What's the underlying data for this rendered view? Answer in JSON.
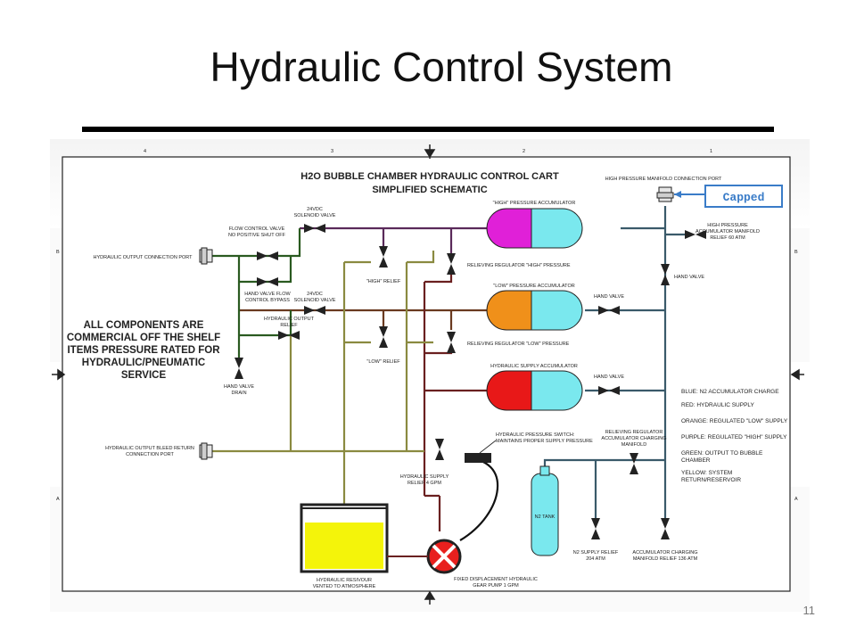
{
  "slide": {
    "title": "Hydraulic Control System",
    "page_number": "11"
  },
  "schematic": {
    "header_line1": "H2O BUBBLE CHAMBER HYDRAULIC CONTROL CART",
    "header_line2": "SIMPLIFIED SCHEMATIC",
    "note_lines": [
      "ALL COMPONENTS ARE",
      "COMMERCIAL OFF THE SHELF",
      "ITEMS PRESSURE RATED FOR",
      "HYDRAULIC/PNEUMATIC",
      "SERVICE"
    ],
    "callout_capped": "Capped",
    "border_numbers": [
      "4",
      "3",
      "2",
      "1"
    ],
    "border_letters": [
      "B",
      "A"
    ],
    "labels": {
      "hp_port": "HIGH PRESSURE MANIFOLD CONNECTION PORT",
      "hp_accumulator": "\"HIGH\" PRESSURE ACCUMULATOR",
      "lp_accumulator": "\"LOW\" PRESSURE ACCUMULATOR",
      "supply_accumulator": "HYDRAULIC SUPPLY ACCUMULATOR",
      "solenoid_top_1": "24VDC",
      "solenoid_top_2": "SOLENOID VALVE",
      "solenoid_mid_1": "24VDC",
      "solenoid_mid_2": "SOLENOID VALVE",
      "flow_control_1": "FLOW CONTROL VALVE",
      "flow_control_2": "NO POSITIVE SHUT OFF",
      "output_port": "HYDRAULIC OUTPUT CONNECTION PORT",
      "hv_bypass_1": "HAND VALVE FLOW",
      "hv_bypass_2": "CONTROL BYPASS",
      "output_relief_1": "HYDRAULIC OUTPUT",
      "output_relief_2": "RELIEF",
      "hv_drain_1": "HAND VALVE",
      "hv_drain_2": "DRAIN",
      "high_relief": "\"HIGH\" RELIEF",
      "low_relief": "\"LOW\" RELIEF",
      "reg_high": "RELIEVING REGULATOR \"HIGH\" PRESSURE",
      "reg_low": "RELIEVING REGULATOR \"LOW\" PRESSURE",
      "hp_relief_1": "HIGH PRESSURE",
      "hp_relief_2": "ACCUMULATOR MANIFOLD",
      "hp_relief_3": "RELIEF 60 ATM",
      "hand_valve_right": "HAND VALVE",
      "hand_valve_low": "HAND VALVE",
      "hand_valve_supply": "HAND VALVE",
      "bleed_port_1": "HYDRAULIC OUTPUT BLEED RETURN",
      "bleed_port_2": "CONNECTION PORT",
      "pressure_switch_1": "HYDRAULIC PRESSURE SWITCH:",
      "pressure_switch_2": "MAINTAINS PROPER SUPPLY PRESSURE",
      "supply_relief_1": "HYDRAULIC SUPPLY",
      "supply_relief_2": "RELIEF 4 GPM",
      "reservoir_1": "HYDRAULIC RESIVOUR",
      "reservoir_2": "VENTED TO ATMOSPHERE",
      "pump_1": "FIXED DISPLACEMENT HYDRAULIC",
      "pump_2": "GEAR PUMP 1 GPM",
      "n2_tank": "N2 TANK",
      "n2_relief_1": "N2 SUPPLY RELIEF",
      "n2_relief_2": "204 ATM",
      "charging_reg_1": "RELIEVING REGULATOR",
      "charging_reg_2": "ACCUMULATOR CHARGING",
      "charging_reg_3": "MANIFOLD",
      "charging_relief_1": "ACCUMULATOR CHARGING",
      "charging_relief_2": "MANIFOLD RELIEF 136 ATM"
    },
    "legend": [
      "BLUE: N2 ACCUMULATOR CHARGE",
      "RED: HYDRAULIC SUPPLY",
      "ORANGE: REGULATED \"LOW\" SUPPLY",
      "PURPLE: REGULATED \"HIGH\" SUPPLY",
      "GREEN: OUTPUT TO BUBBLE",
      "CHAMBER",
      "YELLOW: SYSTEM",
      "RETURN/RESERVOIR"
    ],
    "colors": {
      "high_accumulator": "#e020d8",
      "low_accumulator": "#f0901a",
      "supply_accumulator": "#e81818",
      "gas_side": "#7ae8ee",
      "reservoir_fluid": "#f4f40a",
      "pump": "#e8201e",
      "n2_tank": "#7ae8ee",
      "line_purple": "#5a2a5a",
      "line_orange": "#6a3a20",
      "line_red": "#6a2020",
      "line_green": "#2a5a20",
      "line_yellow": "#8a8a40",
      "line_blue": "#3a5a6a",
      "callout": "#3a7cc8"
    }
  }
}
